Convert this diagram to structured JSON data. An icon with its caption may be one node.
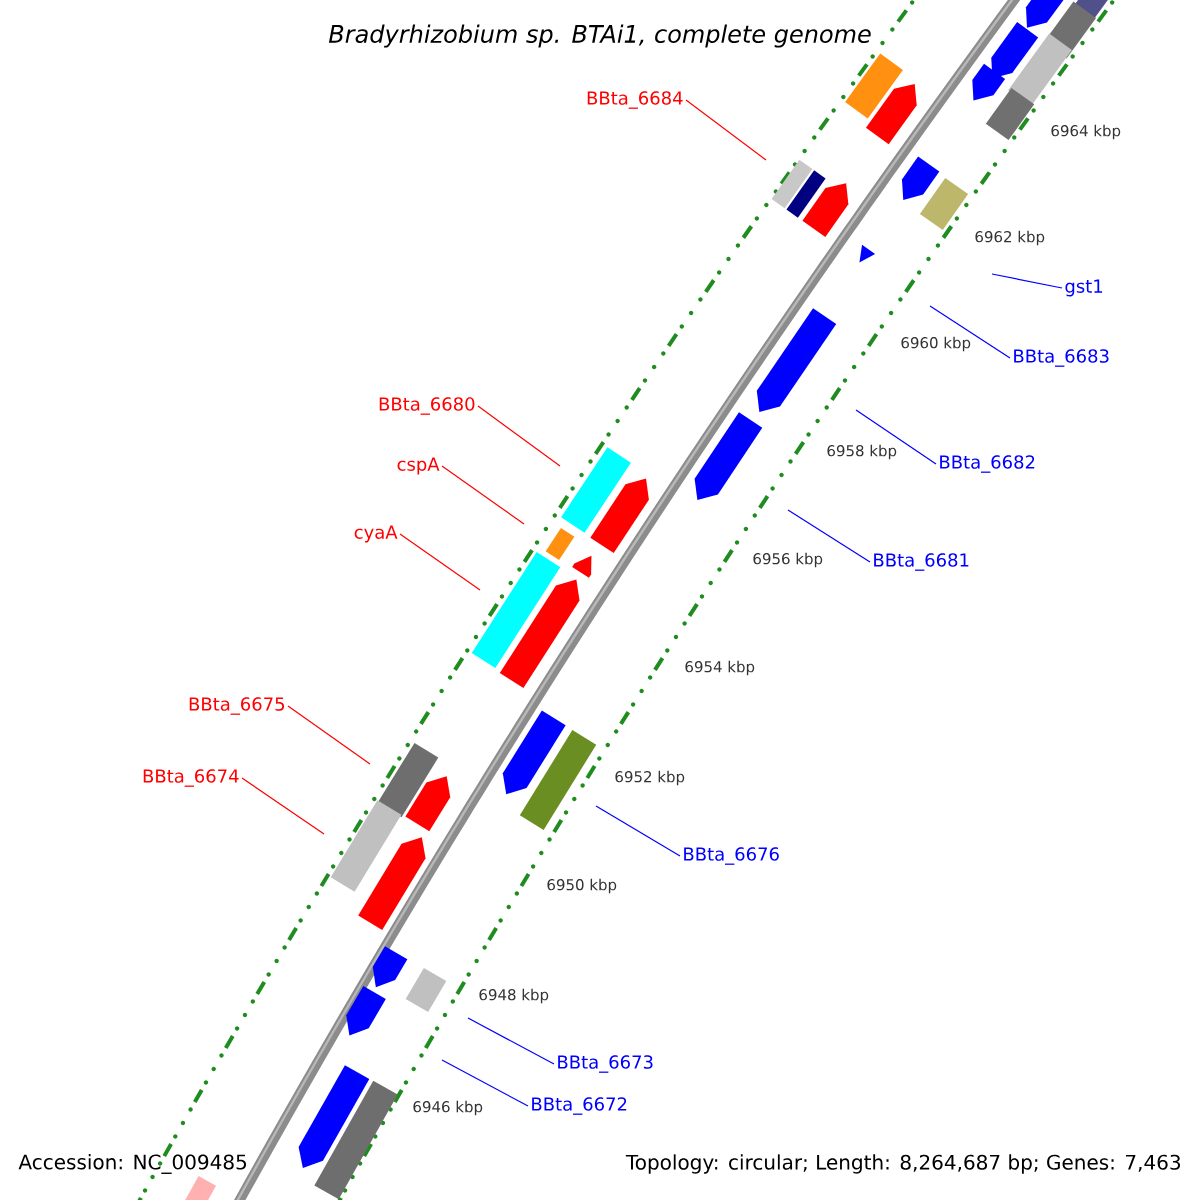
{
  "diagram": {
    "title": "Bradyrhizobium sp. BTAi1, complete genome",
    "nodes": [
      {
        "text": [
          "BBta_6684"
        ]
      },
      {
        "text": [
          "gst1"
        ]
      },
      {
        "text": [
          "BBta_6683"
        ]
      },
      {
        "text": [
          "BBta_6680"
        ]
      },
      {
        "text": [
          "BBta_6682"
        ]
      },
      {
        "text": [
          "cspA"
        ]
      },
      {
        "text": [
          "cyaA"
        ]
      },
      {
        "text": [
          "BBta_6681"
        ]
      },
      {
        "text": [
          "BBta_6675"
        ]
      },
      {
        "text": [
          "BBta_6674"
        ]
      },
      {
        "text": [
          "BBta_6676"
        ]
      },
      {
        "text": [
          "BBta_6673"
        ]
      },
      {
        "text": [
          "BBta_6672"
        ]
      }
    ],
    "edges": [
      {
        "from": 0,
        "to": null,
        "arrow": "none",
        "color": "#ff0000"
      },
      {
        "from": 1,
        "to": null,
        "arrow": "none"
      },
      {
        "from": 2,
        "to": null,
        "arrow": "none"
      },
      {
        "from": 3,
        "to": null,
        "arrow": "none",
        "color": "#ff0000"
      },
      {
        "from": 4,
        "to": null,
        "arrow": "none"
      },
      {
        "from": 5,
        "to": null,
        "arrow": "none",
        "color": "#ff0000"
      },
      {
        "from": 6,
        "to": null,
        "arrow": "none",
        "color": "#ff0000"
      },
      {
        "from": 7,
        "to": null,
        "arrow": "none"
      },
      {
        "from": 8,
        "to": null,
        "arrow": "none",
        "color": "#ff0000"
      },
      {
        "from": 9,
        "to": null,
        "arrow": "none",
        "color": "#ff0000"
      },
      {
        "from": 10,
        "to": null,
        "arrow": "none"
      },
      {
        "from": 11,
        "to": null,
        "arrow": "none"
      },
      {
        "from": 12,
        "to": null,
        "arrow": "none"
      }
    ],
    "labels": [
      "6964 kbp",
      "6962 kbp",
      "6960 kbp",
      "6958 kbp",
      "6956 kbp",
      "6954 kbp",
      "6952 kbp",
      "6950 kbp",
      "6948 kbp",
      "6946 kbp",
      "Accession: NC_009485",
      "Topology: circular; Length: 8,264,687 bp; Genes: 7,463"
    ]
  }
}
